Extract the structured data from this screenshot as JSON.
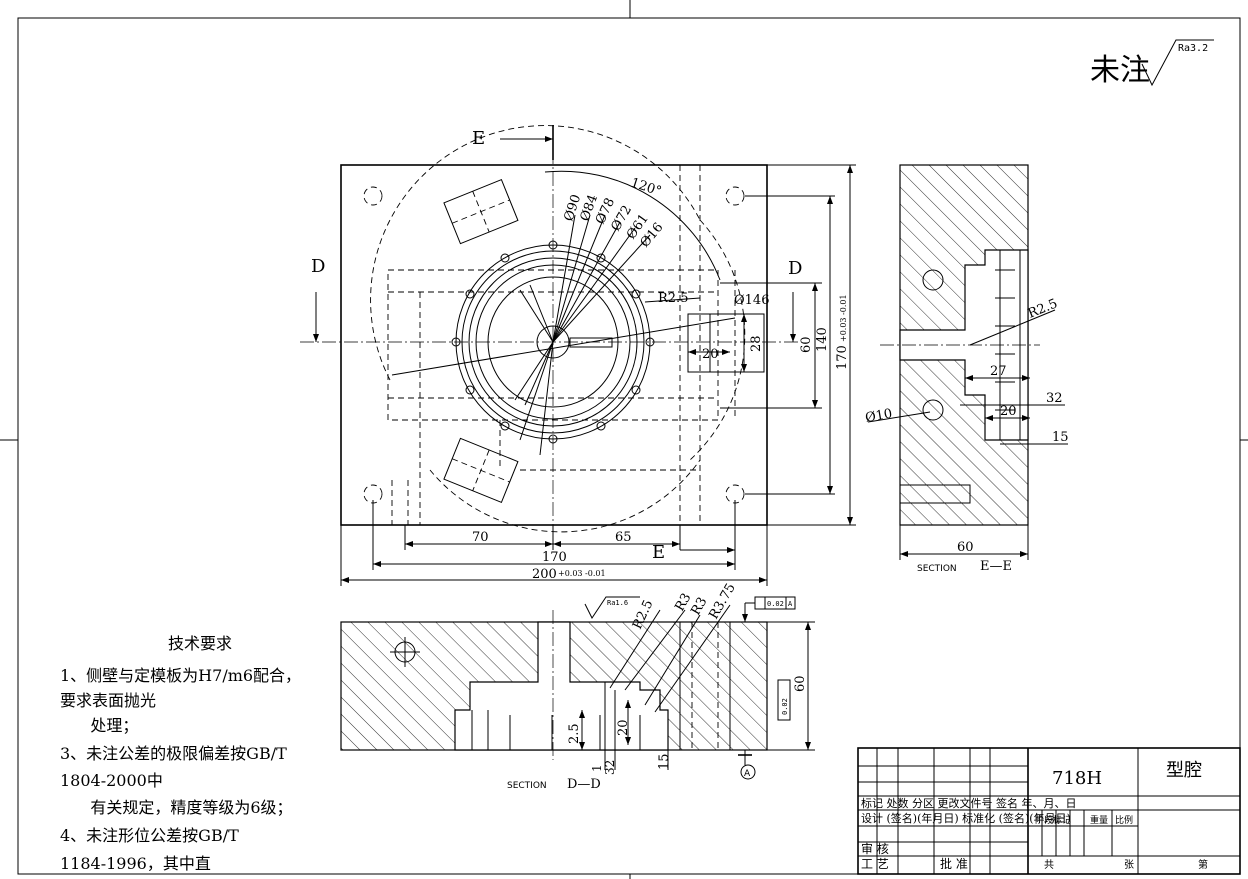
{
  "surface": {
    "label": "未注",
    "roughness": "Ra3.2",
    "roughness_small": "Ra1.6"
  },
  "sections": {
    "e": "E",
    "d": "D",
    "section_word": "SECTION",
    "ee": "E—E",
    "dd": "D—D"
  },
  "plan_view": {
    "angle": "120°",
    "diameters": [
      "Ø90",
      "Ø84",
      "Ø78",
      "Ø72",
      "Ø61",
      "Ø16"
    ],
    "radius": "R2.5",
    "outer_diameter": "Ø146",
    "slot_width": "20",
    "slot_height": "28",
    "dim_60": "60",
    "dim_140": "140",
    "dim_170_v_main": "170",
    "dim_170_v_tol": "+0.03 -0.01",
    "dim_70": "70",
    "dim_65": "65",
    "dim_170_h": "170",
    "dim_200_main": "200",
    "dim_200_tol": "+0.03 -0.01"
  },
  "section_ee": {
    "radius": "R2.5",
    "dim_27": "27",
    "dim_32": "32",
    "dim_20": "20",
    "dim_15": "15",
    "hole": "Ø10",
    "width": "60"
  },
  "section_dd": {
    "r25": "R2.5",
    "r3a": "R3",
    "r3b": "R3",
    "r375": "R3.75",
    "dim_25": "2.5",
    "dim_20": "20",
    "dim_1": "1",
    "dim_32": "32",
    "dim_15": "15",
    "height": "60",
    "tol_a": "0.02",
    "datum": "A"
  },
  "tech": {
    "title": "技术要求",
    "lines": [
      "1、侧壁与定模板为H7/m6配合，",
      "要求表面抛光",
      "    处理；",
      "3、未注公差的极限偏差按GB/T",
      "1804-2000中",
      "    有关规定，精度等级为6级；",
      "4、未注形位公差按GB/T",
      "1184-1996，其中直"
    ]
  },
  "title_block": {
    "material": "718H",
    "part_name": "型腔",
    "row_mark": "标记  处数 分区  更改文件号 签名  年、月、日",
    "row_design": "设计 (签名)(年月日) 标准化 (签名)(年月日)",
    "stage": "阶段标记",
    "weight": "重量",
    "scale": "比例",
    "review": "审 核",
    "process": "工 艺",
    "approve": "批 准",
    "total": "共",
    "sheets": "张",
    "sheet_no": "第"
  }
}
